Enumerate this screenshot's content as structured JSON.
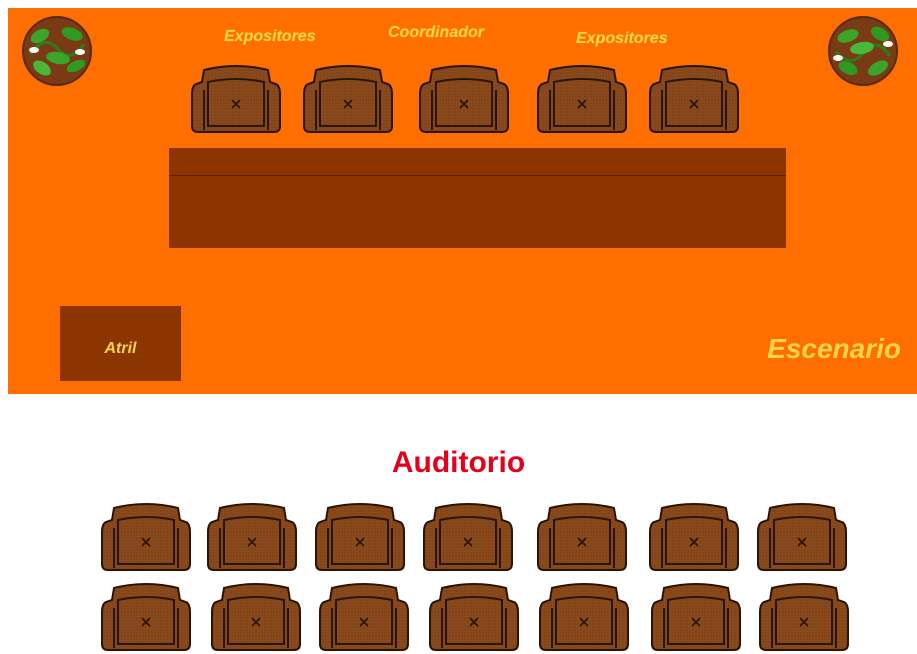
{
  "stage": {
    "panel_labels": {
      "left": "Expositores",
      "center": "Coordinador",
      "right": "Expositores"
    },
    "atril_label": "Atril",
    "stage_label": "Escenario"
  },
  "audience": {
    "title": "Auditorio",
    "rows": 2,
    "seats_per_row": 7
  },
  "colors": {
    "stage_orange": "#ff6e00",
    "table_brown": "#8c3500",
    "chair_brown": "#8a4a1c",
    "label_yellow": "#ffd34a",
    "title_red": "#e3001b"
  }
}
